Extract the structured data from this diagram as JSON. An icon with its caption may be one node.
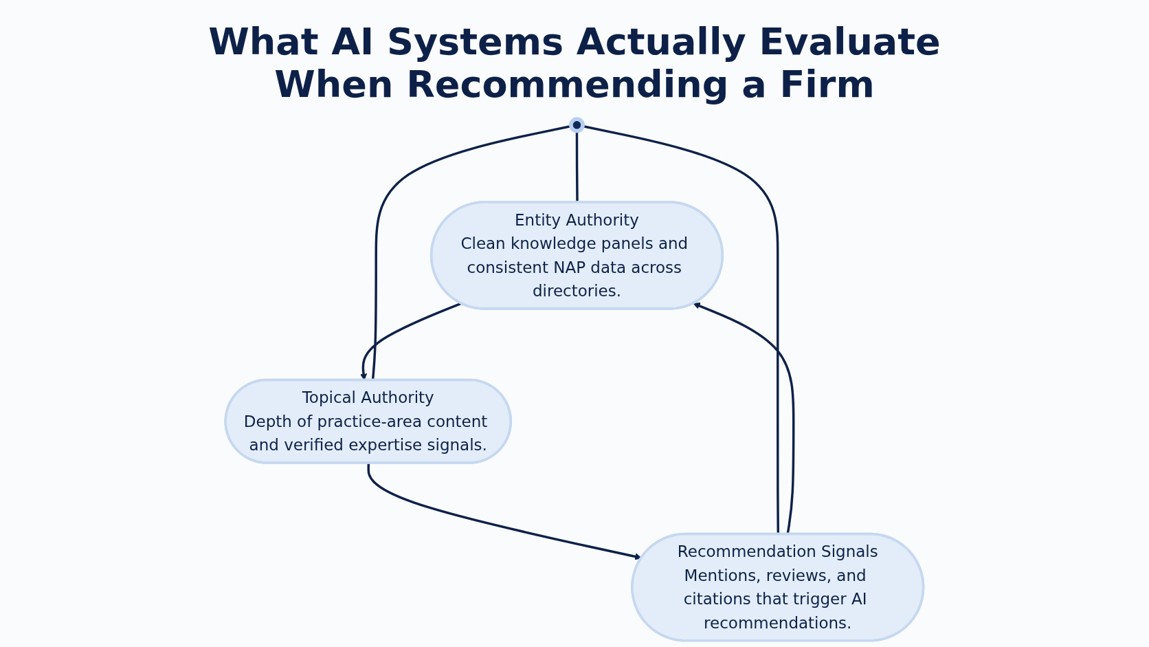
{
  "diagram": {
    "title": "What AI Systems Actually Evaluate When Recommending a Firm",
    "nodes": [
      {
        "text": [
          "Entity Authority",
          "Clean knowledge panels and consistent NAP data across directories."
        ]
      },
      {
        "text": [],
        "shape": "circle"
      },
      {
        "text": [
          "Recommendation Signals",
          "Mentions, reviews, and citations that trigger AI recommendations."
        ]
      },
      {
        "text": [
          "Topical Authority",
          "Depth of practice-area content and verified expertise signals."
        ]
      }
    ],
    "edges": [
      {
        "from": 0,
        "to": 3,
        "arrow": "to"
      },
      {
        "from": 3,
        "to": 2,
        "arrow": "to"
      },
      {
        "from": 2,
        "to": 0,
        "arrow": "to"
      },
      {
        "from": 1,
        "to": 0,
        "arrow": "none"
      },
      {
        "from": 1,
        "to": 2,
        "arrow": "none"
      },
      {
        "from": 1,
        "to": 3,
        "arrow": "none"
      }
    ]
  }
}
